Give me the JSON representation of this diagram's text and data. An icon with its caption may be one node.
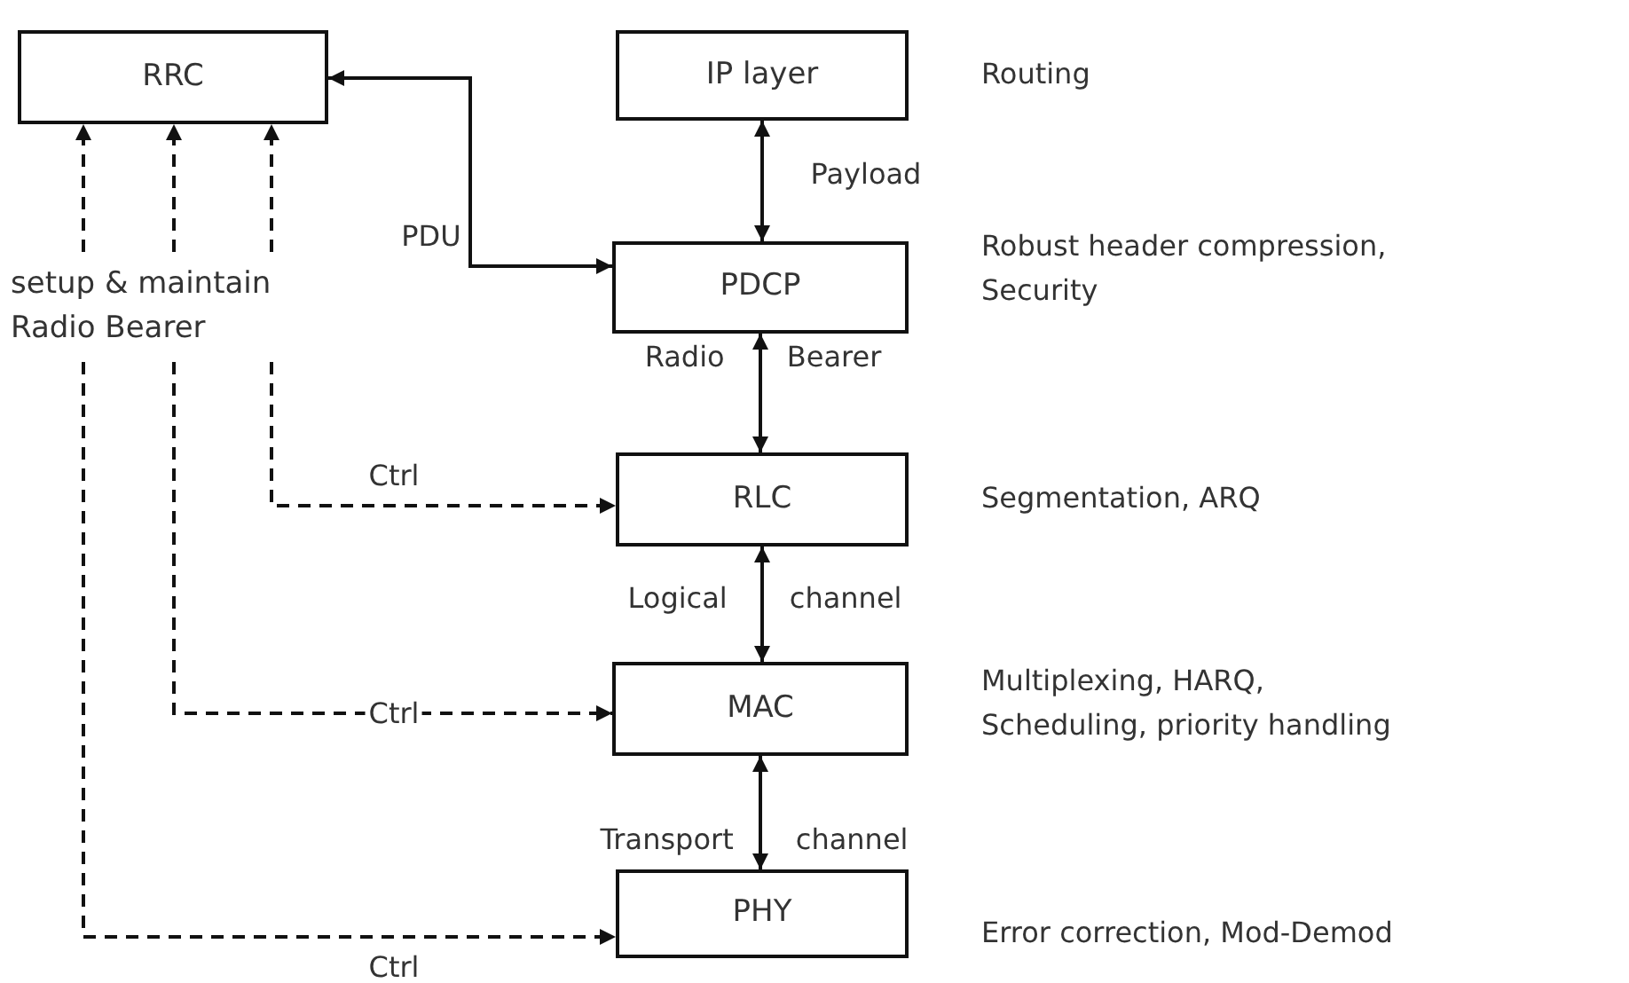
{
  "diagram": {
    "nodes": [
      {
        "text": [
          "RRC"
        ]
      },
      {
        "text": [
          "IP layer"
        ],
        "beside": [
          "Routing"
        ]
      },
      {
        "text": [
          "PDCP"
        ],
        "beside": [
          "Robust header compression, Security"
        ]
      },
      {
        "text": [
          "RLC"
        ],
        "beside": [
          "Segmentation, ARQ"
        ]
      },
      {
        "text": [
          "MAC"
        ],
        "beside": [
          "Multiplexing, HARQ, Scheduling, priority handling"
        ]
      },
      {
        "text": [
          "PHY"
        ],
        "beside": [
          "Error correction, Mod-Demod"
        ]
      },
      {
        "text": [
          "setup & maintain Radio Bearer"
        ]
      }
    ],
    "edges": [
      {
        "from": 0,
        "to": 2,
        "arrow": "both",
        "label": "PDU"
      },
      {
        "from": 1,
        "to": 2,
        "arrow": "both",
        "label": "Payload"
      },
      {
        "from": 2,
        "to": 3,
        "arrow": "both",
        "label": "Radio Bearer"
      },
      {
        "from": 3,
        "to": 4,
        "arrow": "both",
        "label": "Logical channel"
      },
      {
        "from": 4,
        "to": 5,
        "arrow": "both",
        "label": "Transport channel"
      },
      {
        "from": 6,
        "to": 0,
        "arrow": "to",
        "style": "dashed"
      },
      {
        "from": 6,
        "to": 0,
        "arrow": "to",
        "style": "dashed"
      },
      {
        "from": 6,
        "to": 0,
        "arrow": "to",
        "style": "dashed"
      },
      {
        "from": 6,
        "to": 3,
        "arrow": "to",
        "style": "dashed",
        "label": "Ctrl"
      },
      {
        "from": 6,
        "to": 4,
        "arrow": "to",
        "style": "dashed",
        "label": "Ctrl"
      },
      {
        "from": 6,
        "to": 5,
        "arrow": "to",
        "style": "dashed",
        "label": "Ctrl"
      }
    ]
  }
}
